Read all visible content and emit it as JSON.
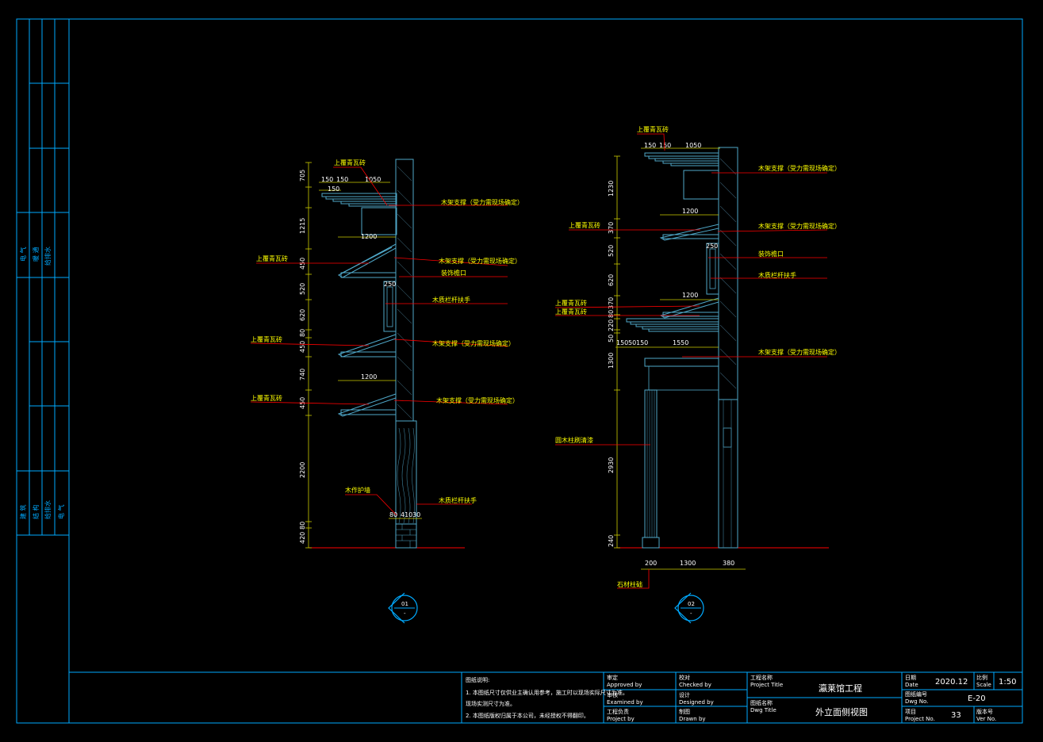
{
  "left_strip": {
    "labels_upper": [
      "给排水",
      "暖 通",
      "电 气"
    ],
    "labels_lower": [
      "建 筑",
      "结 构",
      "给排水",
      "电 气"
    ]
  },
  "elevation_1": {
    "section_marker": {
      "top": "01",
      "bottom": "-"
    },
    "vertical_dims": [
      "705",
      "1215",
      "450",
      "520",
      "620",
      "80",
      "450",
      "740",
      "450",
      "2200",
      "80",
      "420"
    ],
    "horizontal_dims_top": [
      "150",
      "150",
      "1050",
      "150"
    ],
    "dims_mid": [
      "1200",
      "250",
      "1200"
    ],
    "dims_bottom": [
      "80",
      "410",
      "30"
    ],
    "labels": [
      "上覆青瓦砖",
      "木架支撑（受力需现场确定）",
      "上覆青瓦砖",
      "木架支撑（受力需现场确定）",
      "装饰檐口",
      "木质栏杆扶手",
      "上覆青瓦砖",
      "木架支撑（受力需现场确定）",
      "上覆青瓦砖",
      "木架支撑（受力需现场确定）",
      "木作护墙",
      "木质栏杆扶手"
    ]
  },
  "elevation_2": {
    "section_marker": {
      "top": "02",
      "bottom": "-"
    },
    "vertical_dims": [
      "1230",
      "370",
      "520",
      "620",
      "370",
      "80",
      "220",
      "50",
      "1300",
      "2930",
      "240"
    ],
    "horizontal_dims_top": [
      "150",
      "150",
      "1050"
    ],
    "dims_mid": [
      "1200",
      "250",
      "1200"
    ],
    "dims_row": [
      "150",
      "50",
      "150",
      "1550"
    ],
    "dims_bottom": [
      "200",
      "1300",
      "380"
    ],
    "labels": [
      "上覆青瓦砖",
      "木架支撑（受力需现场确定）",
      "上覆青瓦砖",
      "木架支撑（受力需现场确定）",
      "装饰檐口",
      "木质栏杆扶手",
      "上覆青瓦砖",
      "上覆青瓦砖",
      "木架支撑（受力需现场确定）",
      "圆木柱刷清漆",
      "石材柱础"
    ]
  },
  "title_block": {
    "notes_title": "图纸说明:",
    "note1": "1. 本图纸尺寸仅供业主确认用参考，施工时以现场实际尺寸为准。",
    "note1_line2": "现场实测尺寸为准。",
    "note2": "2. 本图纸版权归属于本公司，未经授权不得翻印。",
    "approved_cn": "审定",
    "approved_en": "Approved by",
    "checked_cn": "校对",
    "checked_en": "Checked by",
    "examined_cn": "审核",
    "examined_en": "Examined by",
    "designed_cn": "设计",
    "designed_en": "Designed by",
    "project_lead_cn": "工程负责",
    "project_lead_en": "Project by",
    "drawn_cn": "制图",
    "drawn_en": "Drawn by",
    "project_title_cn": "工程名称",
    "project_title_en": "Project Title",
    "project_title_value": "瀛莱馆工程",
    "dwg_title_cn": "图纸名称",
    "dwg_title_en": "Dwg Title",
    "dwg_title_value": "外立面侧视图",
    "date_cn": "日期",
    "date_en": "Date",
    "date_value": "2020.12",
    "scale_cn": "比例",
    "scale_en": "Scale",
    "scale_value": "1:50",
    "dwg_no_cn": "图纸编号",
    "dwg_no_en": "Dwg No.",
    "dwg_no_value": "E-20",
    "project_no_cn": "项目",
    "project_no_en": "Project No.",
    "project_no_value": "33",
    "ver_cn": "版本号",
    "ver_en": "Ver No."
  },
  "colors": {
    "frame": "#00aaff",
    "label": "#ffff00",
    "leader": "#ff0000",
    "dim": "#cccc00",
    "structure": "#4fa8c9",
    "ground": "#ff0000"
  }
}
